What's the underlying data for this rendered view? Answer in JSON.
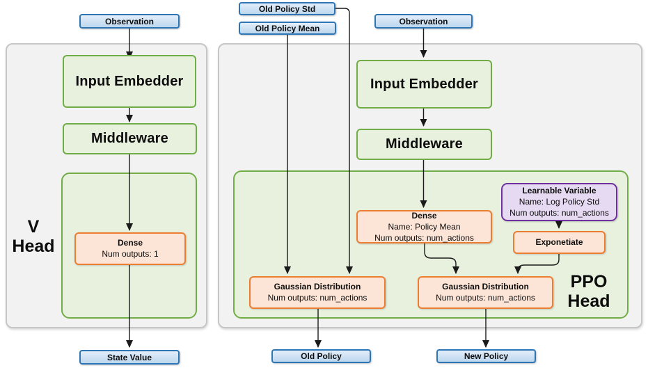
{
  "v_head": {
    "label_line1": "V",
    "label_line2": "Head",
    "observation": "Observation",
    "input_embedder": "Input Embedder",
    "middleware": "Middleware",
    "dense": {
      "title": "Dense",
      "num_outputs": "Num outputs: 1"
    },
    "output": "State Value"
  },
  "ppo_head": {
    "label_line1": "PPO",
    "label_line2": "Head",
    "old_policy_std": "Old Policy Std",
    "old_policy_mean": "Old Policy Mean",
    "observation": "Observation",
    "input_embedder": "Input Embedder",
    "middleware": "Middleware",
    "dense": {
      "title": "Dense",
      "name": "Name: Policy Mean",
      "num_outputs": "Num outputs: num_actions"
    },
    "learnable_variable": {
      "title": "Learnable Variable",
      "name": "Name: Log Policy Std",
      "num_outputs": "Num outputs: num_actions"
    },
    "exponetiate": "Exponetiate",
    "gaussian_old": {
      "title": "Gaussian Distribution",
      "num_outputs": "Num outputs: num_actions"
    },
    "gaussian_new": {
      "title": "Gaussian Distribution",
      "num_outputs": "Num outputs: num_actions"
    },
    "output_old": "Old Policy",
    "output_new": "New Policy"
  },
  "colors": {
    "blue_border": "#2e75b6",
    "blue_fill_top": "#e3eefa",
    "blue_fill_bottom": "#bdd7ee",
    "green_border": "#70ad47",
    "green_fill": "#e7f1de",
    "orange_border": "#ed7d31",
    "orange_fill": "#fce4d6",
    "purple_border": "#7030a0",
    "purple_fill": "#e6daf2",
    "container_fill": "#f2f2f2",
    "container_border": "#c6c6c6",
    "arrow": "#1a1a1a"
  }
}
